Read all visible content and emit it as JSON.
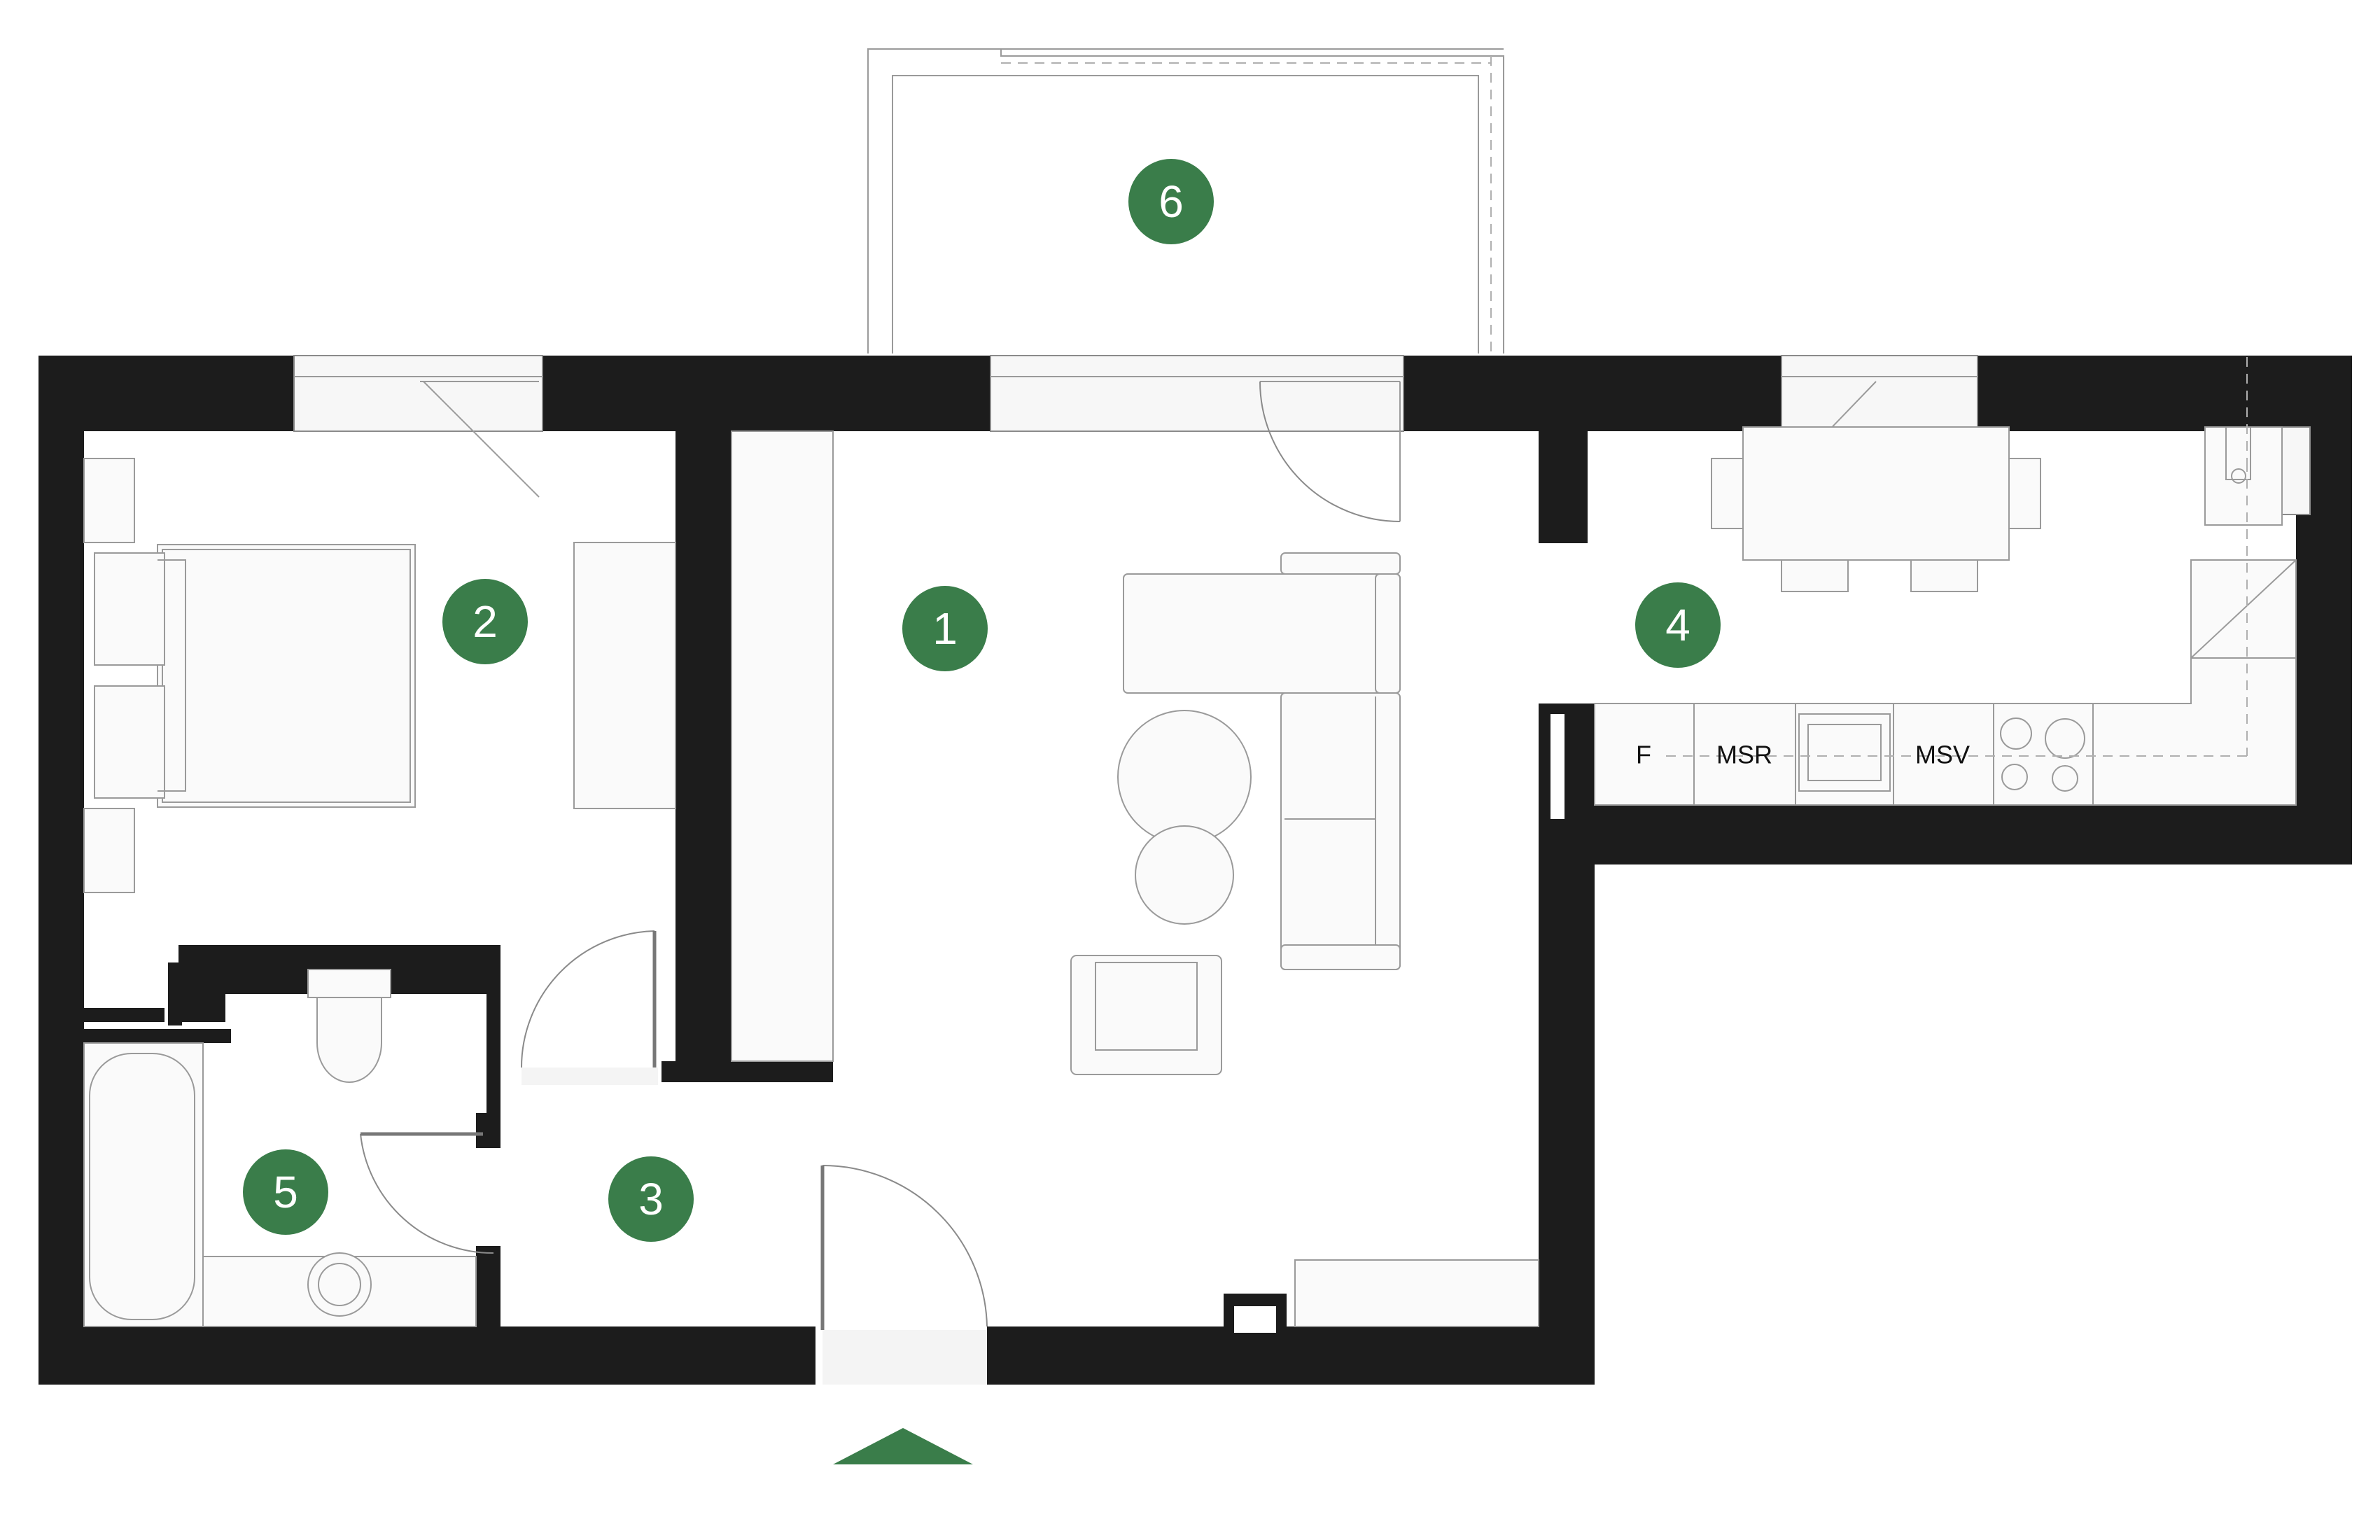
{
  "room_markers": [
    {
      "id": "room-1",
      "label": "1"
    },
    {
      "id": "room-2",
      "label": "2"
    },
    {
      "id": "room-3",
      "label": "3"
    },
    {
      "id": "room-4",
      "label": "4"
    },
    {
      "id": "room-5",
      "label": "5"
    },
    {
      "id": "room-6",
      "label": "6"
    }
  ],
  "kitchen_appliances": {
    "fridge": "F",
    "dishwasher": "MSR",
    "washing_machine": "MSV"
  },
  "colors": {
    "marker": "#3a7d4a",
    "wall": "#1c1c1c",
    "marker_text": "#ffffff"
  },
  "icons": {
    "entrance": "entrance-arrow-icon"
  }
}
